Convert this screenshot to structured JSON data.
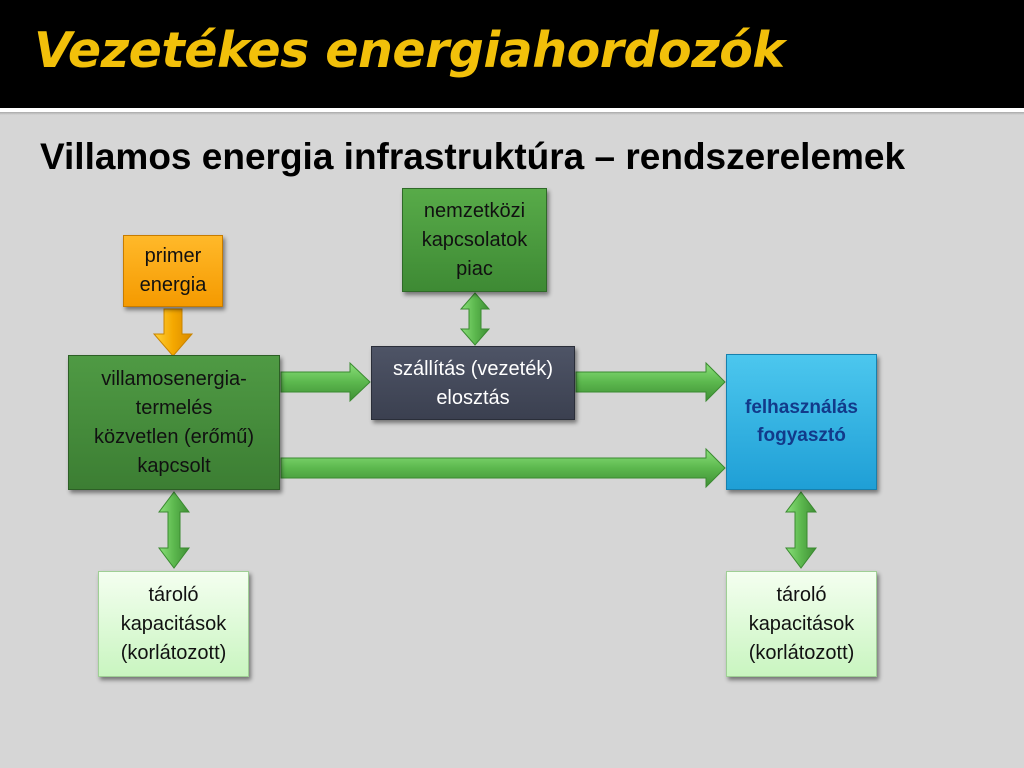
{
  "slide": {
    "title": "Vezetékes energiahordozók",
    "subtitle": "Villamos energia infrastruktúra – rendszerelemek"
  },
  "nodes": {
    "primer": "primer\nenergia",
    "generation": "villamosenergia-\ntermelés\nközvetlen (erőmű)\nkapcsolt",
    "international": "nemzetközi\nkapcsolatok\npiac",
    "transport": "szállítás (vezeték)\nelosztás",
    "consumer": "felhasználás\nfogyasztó",
    "storage_left": "tároló\nkapacitások\n(korlátozott)",
    "storage_right": "tároló\nkapacitások\n(korlátozott)"
  },
  "colors": {
    "title": "#f2c00a",
    "arrow_green": "#5cb84e",
    "arrow_orange": "#f5a800",
    "consumer_text": "#123a8a"
  },
  "edges": [
    {
      "from": "primer",
      "to": "generation",
      "kind": "single"
    },
    {
      "from": "generation",
      "to": "transport",
      "kind": "single"
    },
    {
      "from": "transport",
      "to": "consumer",
      "kind": "single"
    },
    {
      "from": "generation",
      "to": "consumer",
      "kind": "single"
    },
    {
      "from": "international",
      "to": "transport",
      "kind": "double"
    },
    {
      "from": "generation",
      "to": "storage_left",
      "kind": "double"
    },
    {
      "from": "consumer",
      "to": "storage_right",
      "kind": "double"
    }
  ]
}
